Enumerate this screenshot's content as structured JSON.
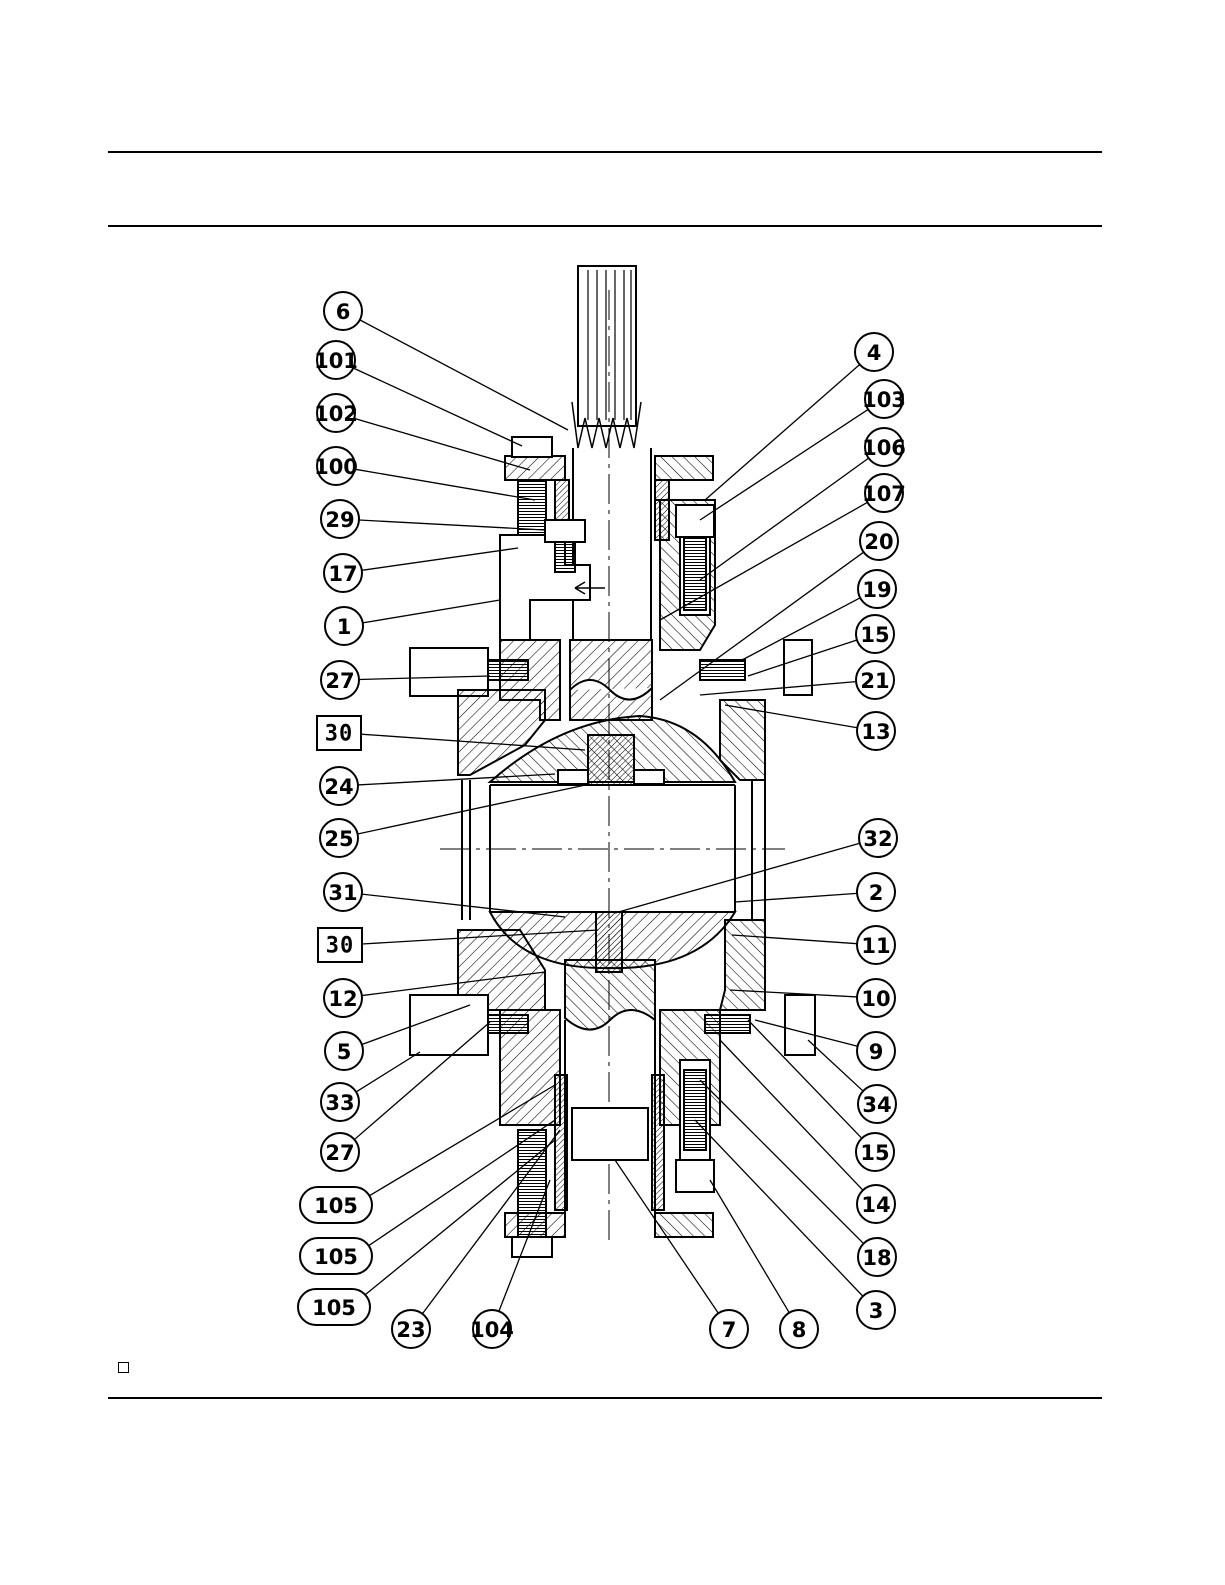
{
  "diagram": {
    "callouts_left": [
      {
        "id": "c-6",
        "text": "6",
        "shape": "circle"
      },
      {
        "id": "c-101",
        "text": "101",
        "shape": "circle"
      },
      {
        "id": "c-102",
        "text": "102",
        "shape": "circle"
      },
      {
        "id": "c-100",
        "text": "100",
        "shape": "circle"
      },
      {
        "id": "c-29",
        "text": "29",
        "shape": "circle"
      },
      {
        "id": "c-17",
        "text": "17",
        "shape": "circle"
      },
      {
        "id": "c-1",
        "text": "1",
        "shape": "circle"
      },
      {
        "id": "c-27a",
        "text": "27",
        "shape": "circle"
      },
      {
        "id": "c-30a",
        "text": "30",
        "shape": "square"
      },
      {
        "id": "c-24",
        "text": "24",
        "shape": "circle"
      },
      {
        "id": "c-25",
        "text": "25",
        "shape": "circle"
      },
      {
        "id": "c-31",
        "text": "31",
        "shape": "circle"
      },
      {
        "id": "c-30b",
        "text": "30",
        "shape": "square"
      },
      {
        "id": "c-12",
        "text": "12",
        "shape": "circle"
      },
      {
        "id": "c-5",
        "text": "5",
        "shape": "circle"
      },
      {
        "id": "c-33",
        "text": "33",
        "shape": "circle"
      },
      {
        "id": "c-27b",
        "text": "27",
        "shape": "circle"
      },
      {
        "id": "c-105a",
        "text": "105",
        "shape": "pill"
      },
      {
        "id": "c-105b",
        "text": "105",
        "shape": "pill"
      },
      {
        "id": "c-105c",
        "text": "105",
        "shape": "pill"
      }
    ],
    "callouts_right": [
      {
        "id": "c-4",
        "text": "4",
        "shape": "circle"
      },
      {
        "id": "c-103",
        "text": "103",
        "shape": "circle"
      },
      {
        "id": "c-106",
        "text": "106",
        "shape": "circle"
      },
      {
        "id": "c-107",
        "text": "107",
        "shape": "circle"
      },
      {
        "id": "c-20",
        "text": "20",
        "shape": "circle"
      },
      {
        "id": "c-19",
        "text": "19",
        "shape": "circle"
      },
      {
        "id": "c-15a",
        "text": "15",
        "shape": "circle"
      },
      {
        "id": "c-21",
        "text": "21",
        "shape": "circle"
      },
      {
        "id": "c-13",
        "text": "13",
        "shape": "circle"
      },
      {
        "id": "c-32",
        "text": "32",
        "shape": "circle"
      },
      {
        "id": "c-2",
        "text": "2",
        "shape": "circle"
      },
      {
        "id": "c-11",
        "text": "11",
        "shape": "circle"
      },
      {
        "id": "c-10",
        "text": "10",
        "shape": "circle"
      },
      {
        "id": "c-9",
        "text": "9",
        "shape": "circle"
      },
      {
        "id": "c-34",
        "text": "34",
        "shape": "circle"
      },
      {
        "id": "c-15b",
        "text": "15",
        "shape": "circle"
      },
      {
        "id": "c-14",
        "text": "14",
        "shape": "circle"
      },
      {
        "id": "c-18",
        "text": "18",
        "shape": "circle"
      },
      {
        "id": "c-3",
        "text": "3",
        "shape": "circle"
      }
    ],
    "callouts_bottom": [
      {
        "id": "c-23",
        "text": "23",
        "shape": "circle"
      },
      {
        "id": "c-104",
        "text": "104",
        "shape": "circle"
      },
      {
        "id": "c-7",
        "text": "7",
        "shape": "circle"
      },
      {
        "id": "c-8",
        "text": "8",
        "shape": "circle"
      }
    ]
  }
}
